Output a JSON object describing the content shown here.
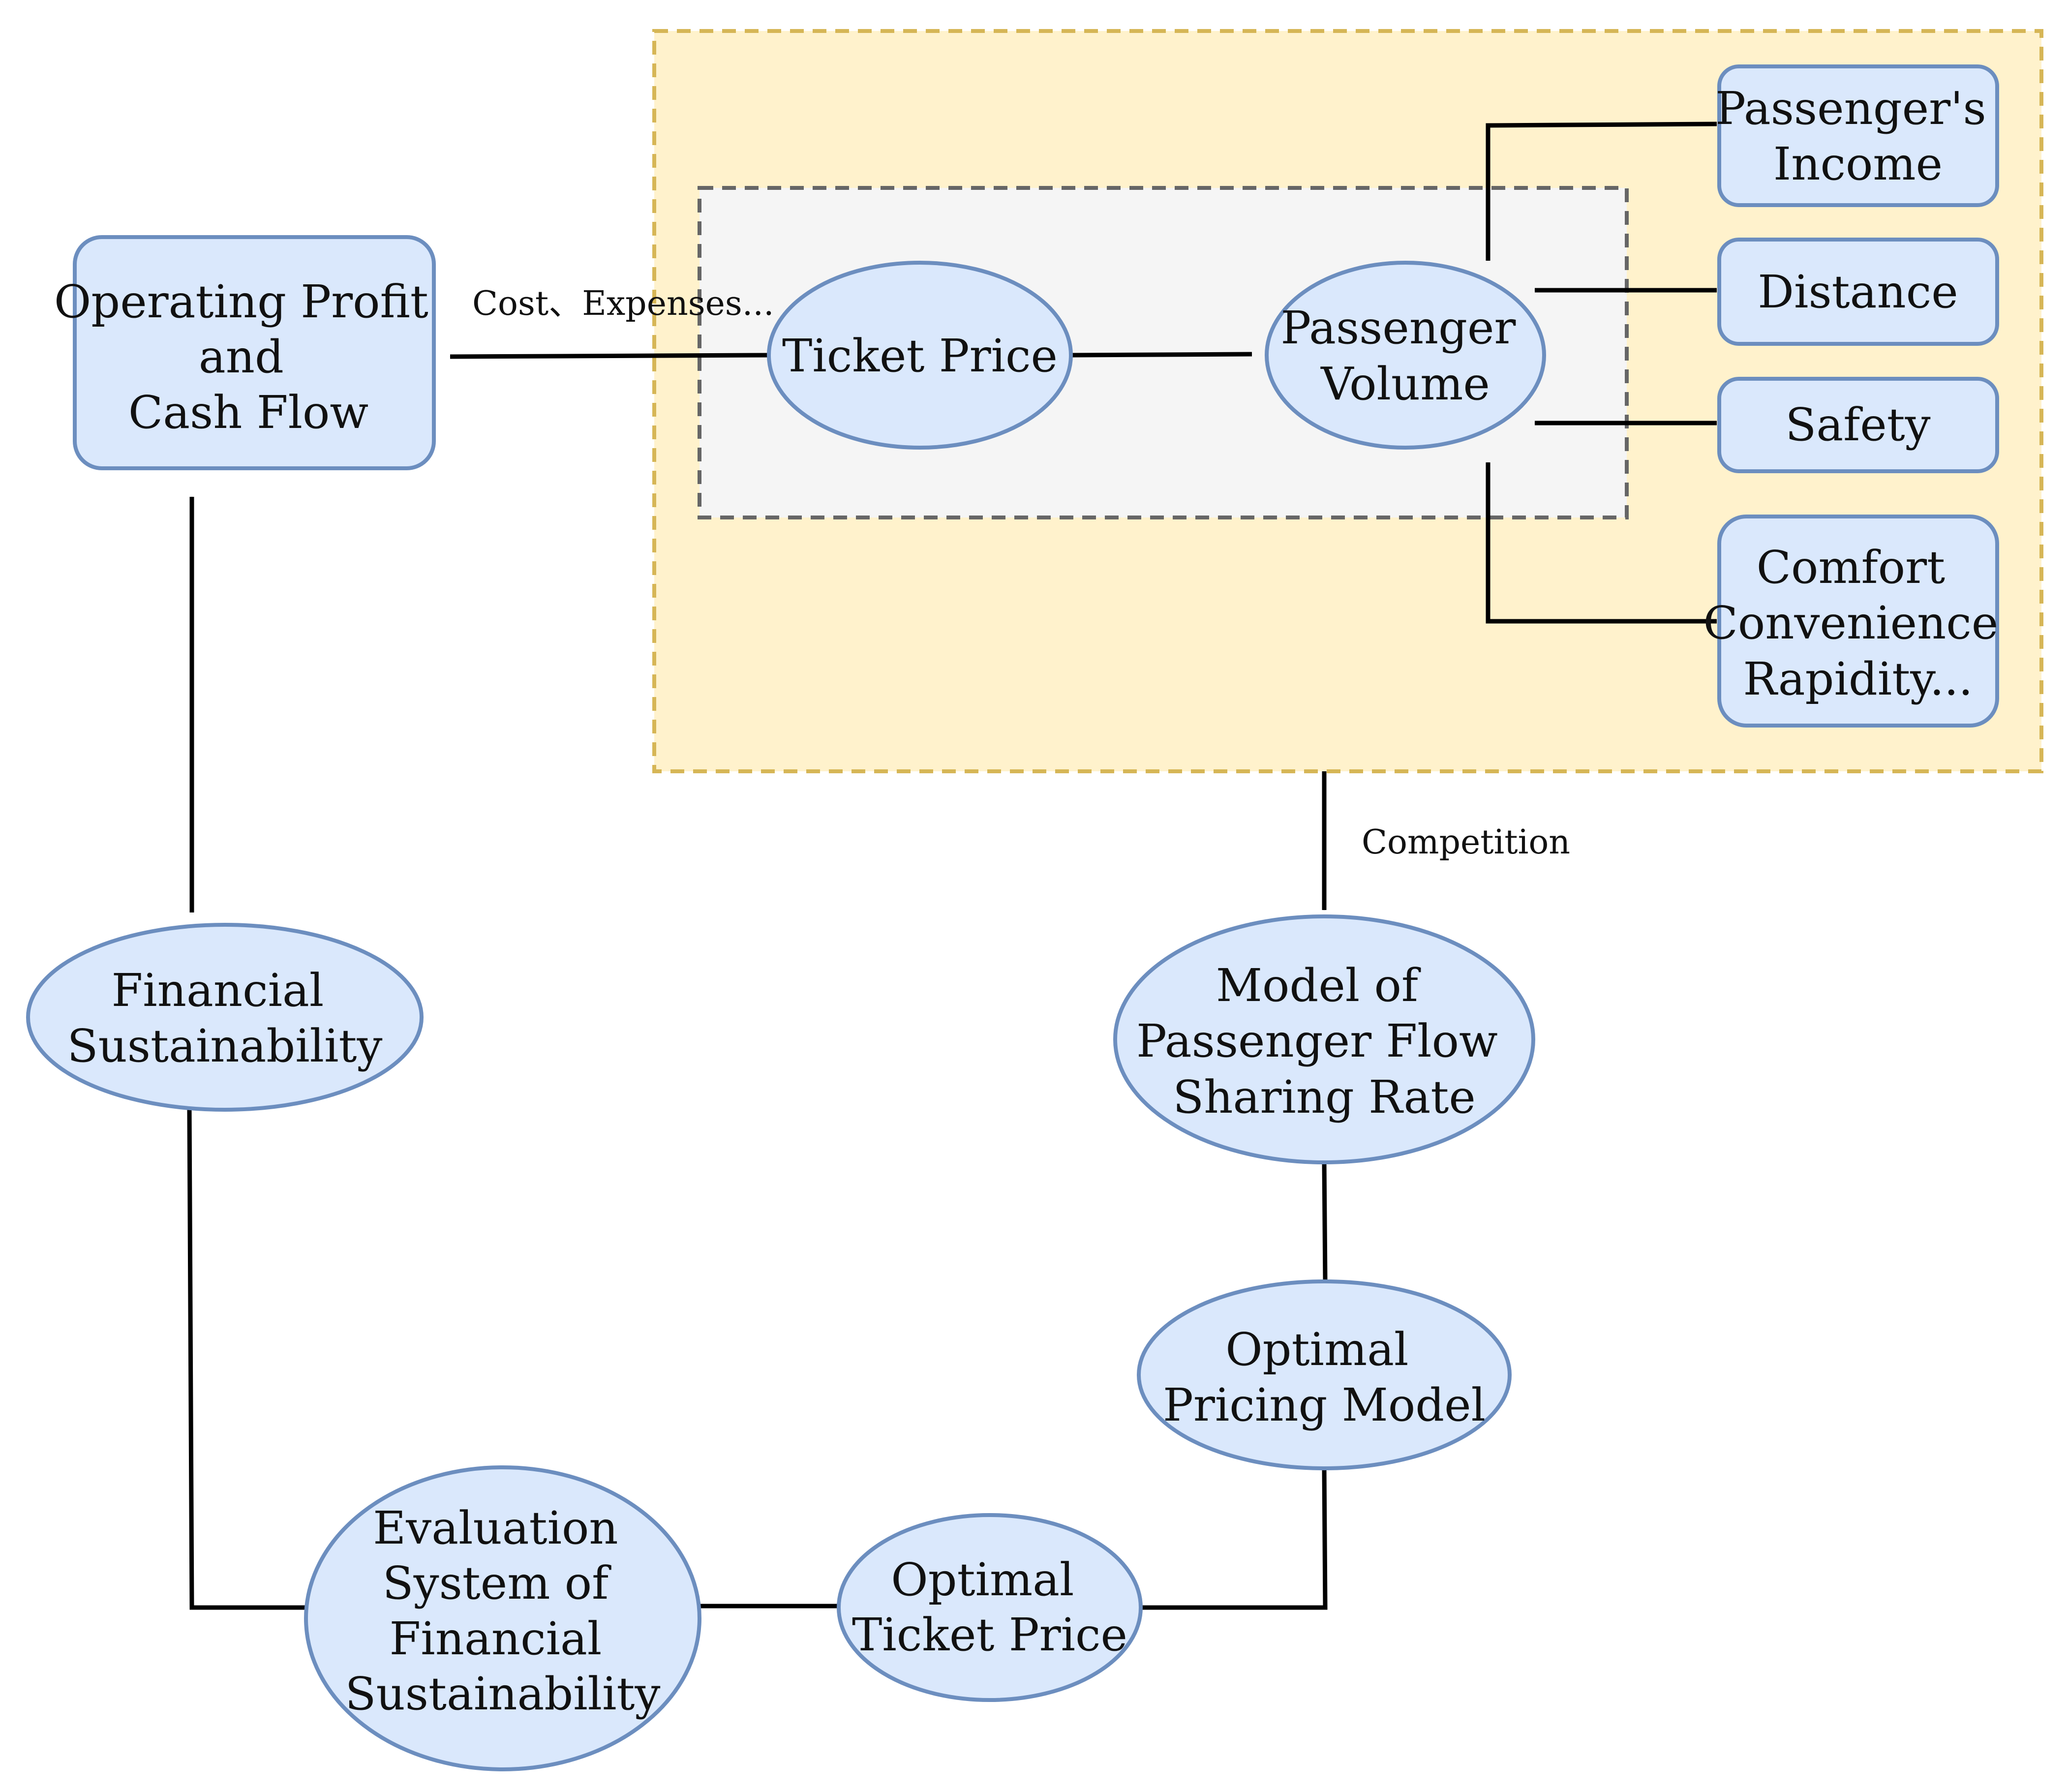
{
  "diagram": {
    "nodes": {
      "operating_profit": [
        "Operating Profit",
        "and",
        "Cash Flow"
      ],
      "ticket_price": [
        "Ticket Price"
      ],
      "passenger_volume": [
        "Passenger",
        "Volume"
      ],
      "passengers_income": [
        "Passenger's",
        "Income"
      ],
      "distance": [
        "Distance"
      ],
      "safety": [
        "Safety"
      ],
      "comfort": [
        "Comfort",
        "Convenience",
        "Rapidity..."
      ],
      "model_sharing": [
        "Model of",
        "Passenger Flow",
        "Sharing Rate"
      ],
      "optimal_pricing": [
        "Optimal",
        "Pricing Model"
      ],
      "optimal_ticket": [
        "Optimal",
        "Ticket Price"
      ],
      "evaluation": [
        "Evaluation",
        "System of",
        "Financial",
        "Sustainability"
      ],
      "financial": [
        "Financial",
        "Sustainability"
      ]
    },
    "edge_labels": {
      "cost_expenses": "Cost、Expenses...",
      "competition": "Competition"
    },
    "colors": {
      "node_fill": "#dae8fc",
      "node_stroke": "#6c8ebf",
      "outer_region_fill": "#fff2cc",
      "outer_region_stroke": "#d6b656",
      "inner_region_fill": "#f5f5f5",
      "inner_region_stroke": "#666666",
      "edge": "#000000"
    }
  }
}
